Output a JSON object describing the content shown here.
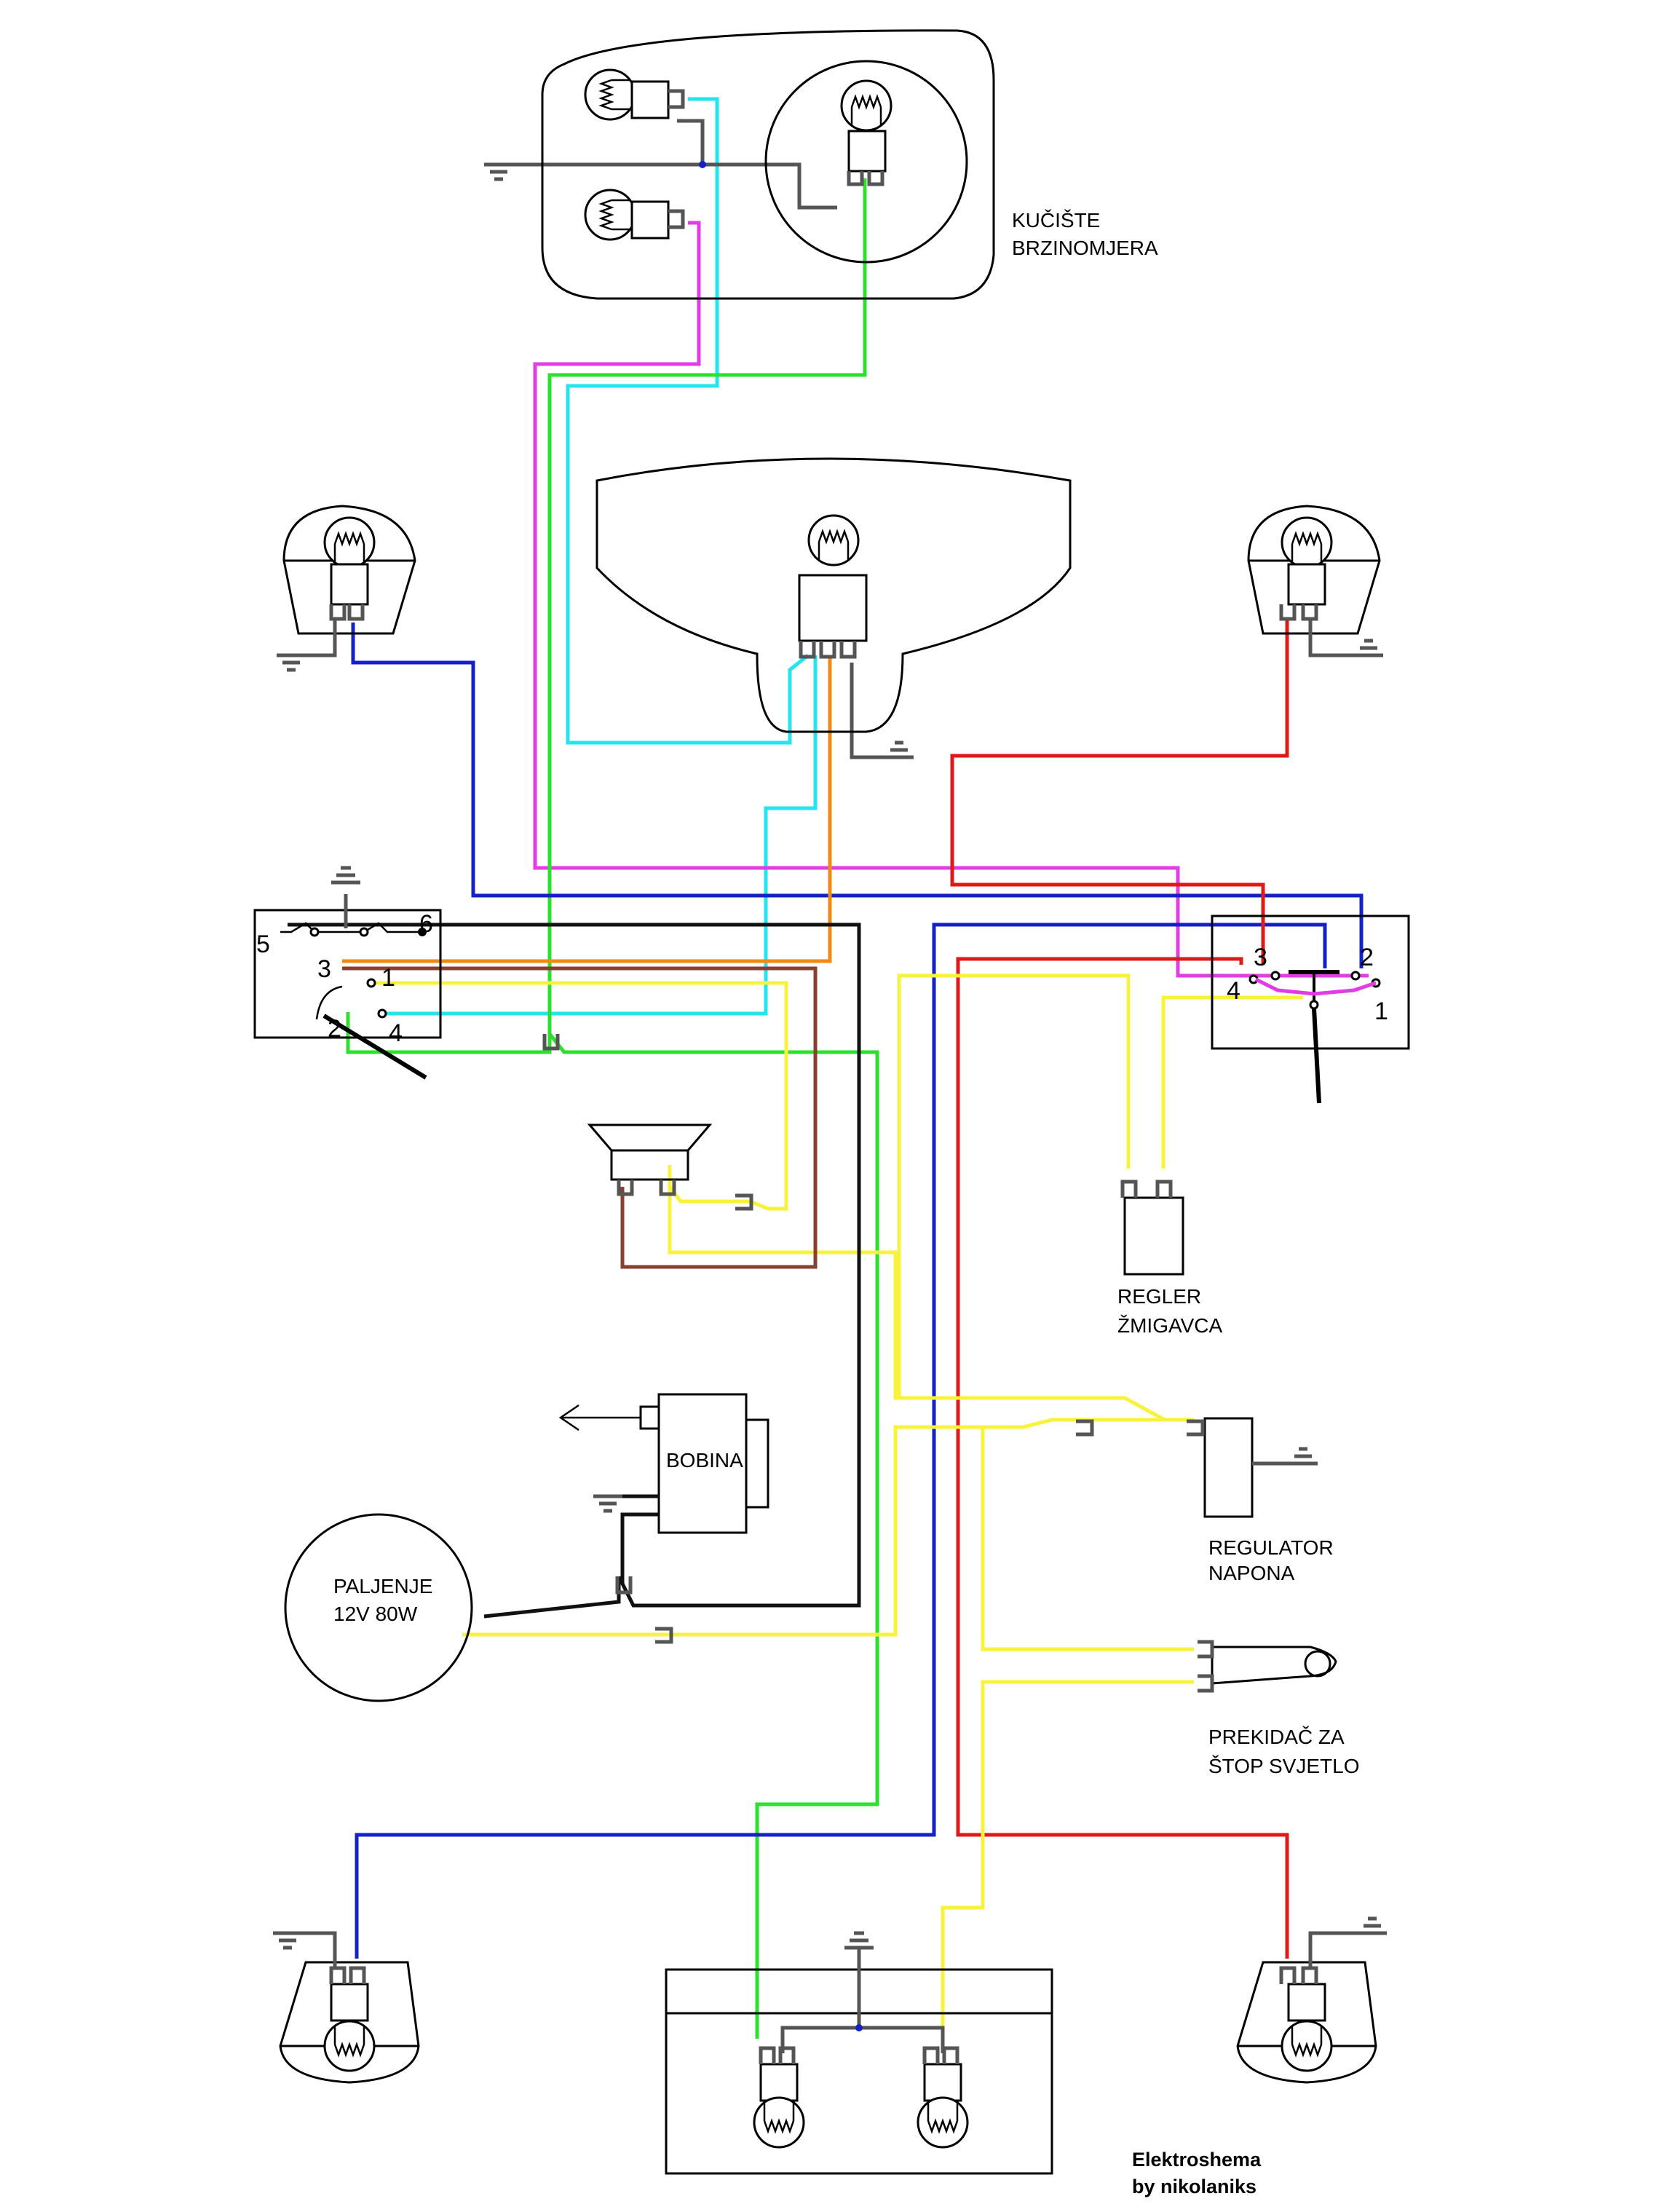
{
  "labels": {
    "speedo_housing_1": "KUČIŠTE",
    "speedo_housing_2": "BRZINOMJERA",
    "blinker_relay_1": "REGLER",
    "blinker_relay_2": "ŽMIGAVCA",
    "ignition_coil": "BOBINA",
    "stator_1": "PALJENJE",
    "stator_2": "12V 80W",
    "voltage_regulator_1": "REGULATOR",
    "voltage_regulator_2": "NAPONA",
    "brake_switch_1": "PREKIDAČ ZA",
    "brake_switch_2": "ŠTOP SVJETLO",
    "credit_1": "Elektroshema",
    "credit_2": "by nikolaniks"
  },
  "left_switch_terminals": [
    "5",
    "6",
    "3",
    "1",
    "2",
    "4"
  ],
  "right_switch_terminals": [
    "3",
    "2",
    "4",
    "1"
  ],
  "wire_colors": {
    "cyan": "#22e5f0",
    "magenta": "#e23de2",
    "green": "#2ee02e",
    "blue": "#1420c8",
    "red": "#e01818",
    "orange": "#f08a14",
    "yellow": "#f7f23c",
    "brown": "#8a4030",
    "black": "#111111",
    "ground": "#555555"
  }
}
